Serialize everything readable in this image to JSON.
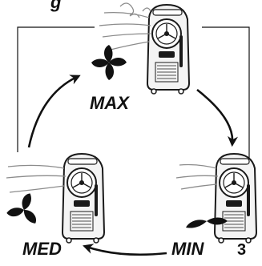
{
  "diagram": {
    "title_fragment": "g",
    "speeds": [
      {
        "key": "max",
        "label": "MAX"
      },
      {
        "key": "min",
        "label": "MIN"
      },
      {
        "key": "med",
        "label": "MED"
      }
    ],
    "step_number": "3"
  },
  "colors": {
    "ink": "#111111",
    "airflow": "#8c8c8c",
    "unit_shell": "#f4f4f4",
    "unit_dark": "#1a1a1a"
  },
  "icons": [
    "fan-blade-icon",
    "air-cooler-icon",
    "airflow-icon",
    "cycle-arrow-icon"
  ]
}
